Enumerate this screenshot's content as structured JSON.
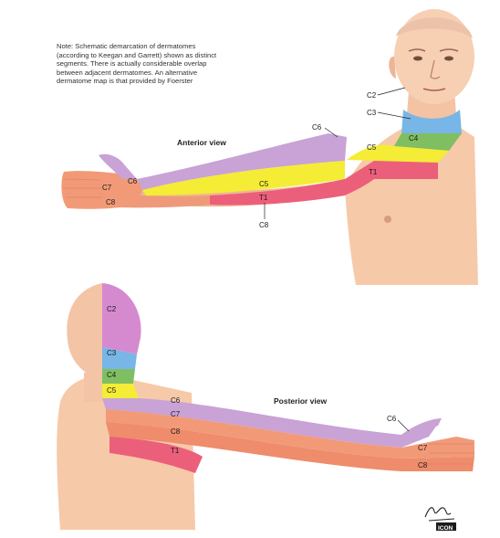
{
  "note": {
    "lines": [
      "Note: Schematic demarcation of dermatomes",
      "(according to Keegan and Garrett) shown as distinct",
      "segments. There is actually considerable overlap",
      "between adjacent dermatomes. An alternative",
      "dermatome map is that provided by Foerster"
    ]
  },
  "anterior": {
    "title": "Anterior view",
    "labels": {
      "c2": "C2",
      "c3": "C3",
      "c4": "C4",
      "c5_shoulder": "C5",
      "c6_shoulder": "C6",
      "t1_chest": "T1",
      "c6_hand": "C6",
      "c7_hand": "C7",
      "c8_hand": "C8",
      "c5_arm": "C5",
      "t1_arm": "T1",
      "c8_arm": "C8"
    }
  },
  "posterior": {
    "title": "Posterior view",
    "labels": {
      "c2": "C2",
      "c3": "C3",
      "c4": "C4",
      "c5": "C5",
      "c6": "C6",
      "c7": "C7",
      "c8": "C8",
      "t1": "T1",
      "c6_hand": "C6",
      "c7_hand": "C7",
      "c8_hand": "C8"
    }
  },
  "signature": {
    "name": "F. Netter",
    "publisher": "ICON"
  },
  "colors": {
    "skin": "#f6c9a9",
    "skin_shade": "#e7a98a",
    "c2": "#d58ad0",
    "c3": "#77b6e6",
    "c4": "#7fbf62",
    "c5": "#f4ec35",
    "c6": "#c9a2d6",
    "c7": "#f29a78",
    "c8": "#ee8c6c",
    "t1": "#ec5f7a"
  }
}
